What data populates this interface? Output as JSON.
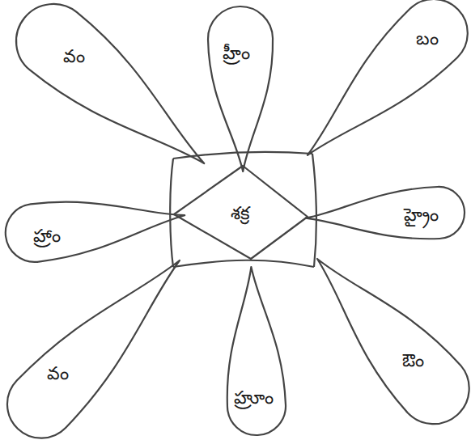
{
  "diagram": {
    "nodes": [
      {
        "text": [
          "వం"
        ]
      },
      {
        "text": [
          "హ్రీం"
        ]
      },
      {
        "text": [
          "బం"
        ]
      },
      {
        "text": [
          "హ్రాం"
        ]
      },
      {
        "text": [
          "శక్ర"
        ]
      },
      {
        "text": [
          "హ్రైం"
        ]
      },
      {
        "text": [
          "వం"
        ]
      },
      {
        "text": [
          "హ్రూం"
        ]
      },
      {
        "text": [
          "ఔం"
        ]
      }
    ]
  }
}
